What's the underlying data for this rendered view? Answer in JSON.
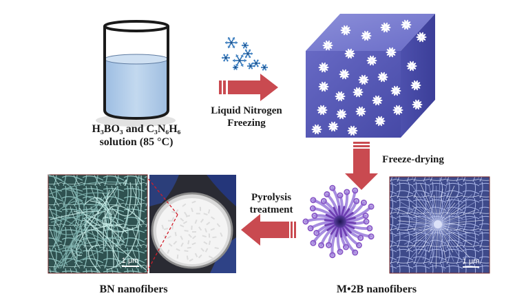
{
  "step1": {
    "solution_line1": "H₃BO₃ and C₃N₆H₆",
    "solution_line2": "solution (85 °C)"
  },
  "step2": {
    "label_line1": "Liquid Nitrogen",
    "label_line2": "Freezing"
  },
  "step3": {
    "label": "Freeze-drying"
  },
  "step4": {
    "label_line1": "Pyrolysis",
    "label_line2": "treatment"
  },
  "products": {
    "bn_label": "BN nanofibers",
    "m2b_label": "M•2B nanofibers"
  },
  "scale_bars": {
    "bn": "1 μm",
    "m2b": "1 μm"
  },
  "colors": {
    "arrow": "#c94a50",
    "cube": "#5558b5",
    "flower": "#8a5bc8",
    "snowflake": "#2e6fb0",
    "solution": "#a9c6e6"
  }
}
